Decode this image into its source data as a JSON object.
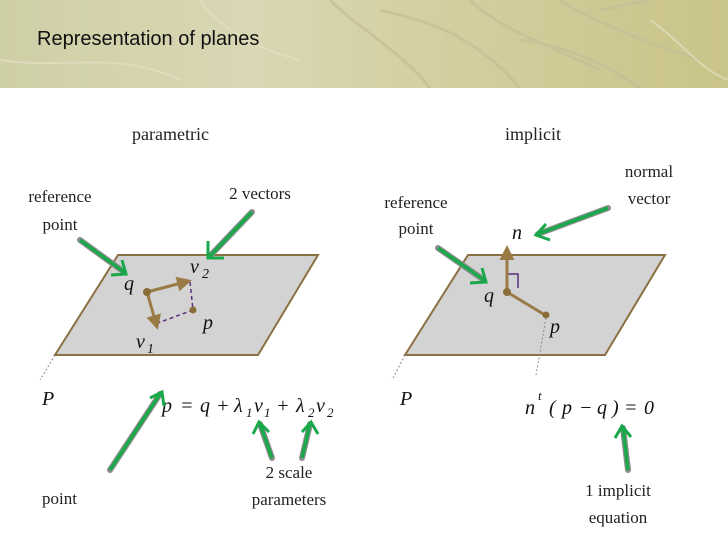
{
  "slide": {
    "title": "Representation of planes"
  },
  "left": {
    "heading": "parametric",
    "reference_point_line1": "reference",
    "reference_point_line2": "point",
    "vectors_label": "2 vectors",
    "plane_label": "P",
    "point_q": "q",
    "point_p": "p",
    "vector_v": "v",
    "sub_1": "1",
    "sub_2": "2",
    "eq_p": "p",
    "eq_eq": "=",
    "eq_q": "q",
    "eq_plus": "+",
    "eq_lambda": "λ",
    "eq_v": "v",
    "point_label": "point",
    "scale_line1": "2 scale",
    "scale_line2": "parameters"
  },
  "right": {
    "heading": "implicit",
    "normal_line1": "normal",
    "normal_line2": "vector",
    "reference_point_line1": "reference",
    "reference_point_line2": "point",
    "point_n": "n",
    "point_q": "q",
    "point_p": "p",
    "plane_label": "P",
    "eq_n": "n",
    "eq_t": "t",
    "eq_open": "(",
    "eq_p": "p",
    "eq_minus": "−",
    "eq_q": "q",
    "eq_close": ")",
    "eq_eq": "=",
    "eq_zero": "0",
    "implicit_line1": "1 implicit",
    "implicit_line2": "equation"
  },
  "colors": {
    "plane_fill": "#d3d3d3",
    "plane_border": "#8b7042",
    "vector": "#9a7b45",
    "arrow_green": "#19a84a",
    "arrow_outline": "#8c8c8c",
    "right_angle": "#5a2f7a"
  }
}
